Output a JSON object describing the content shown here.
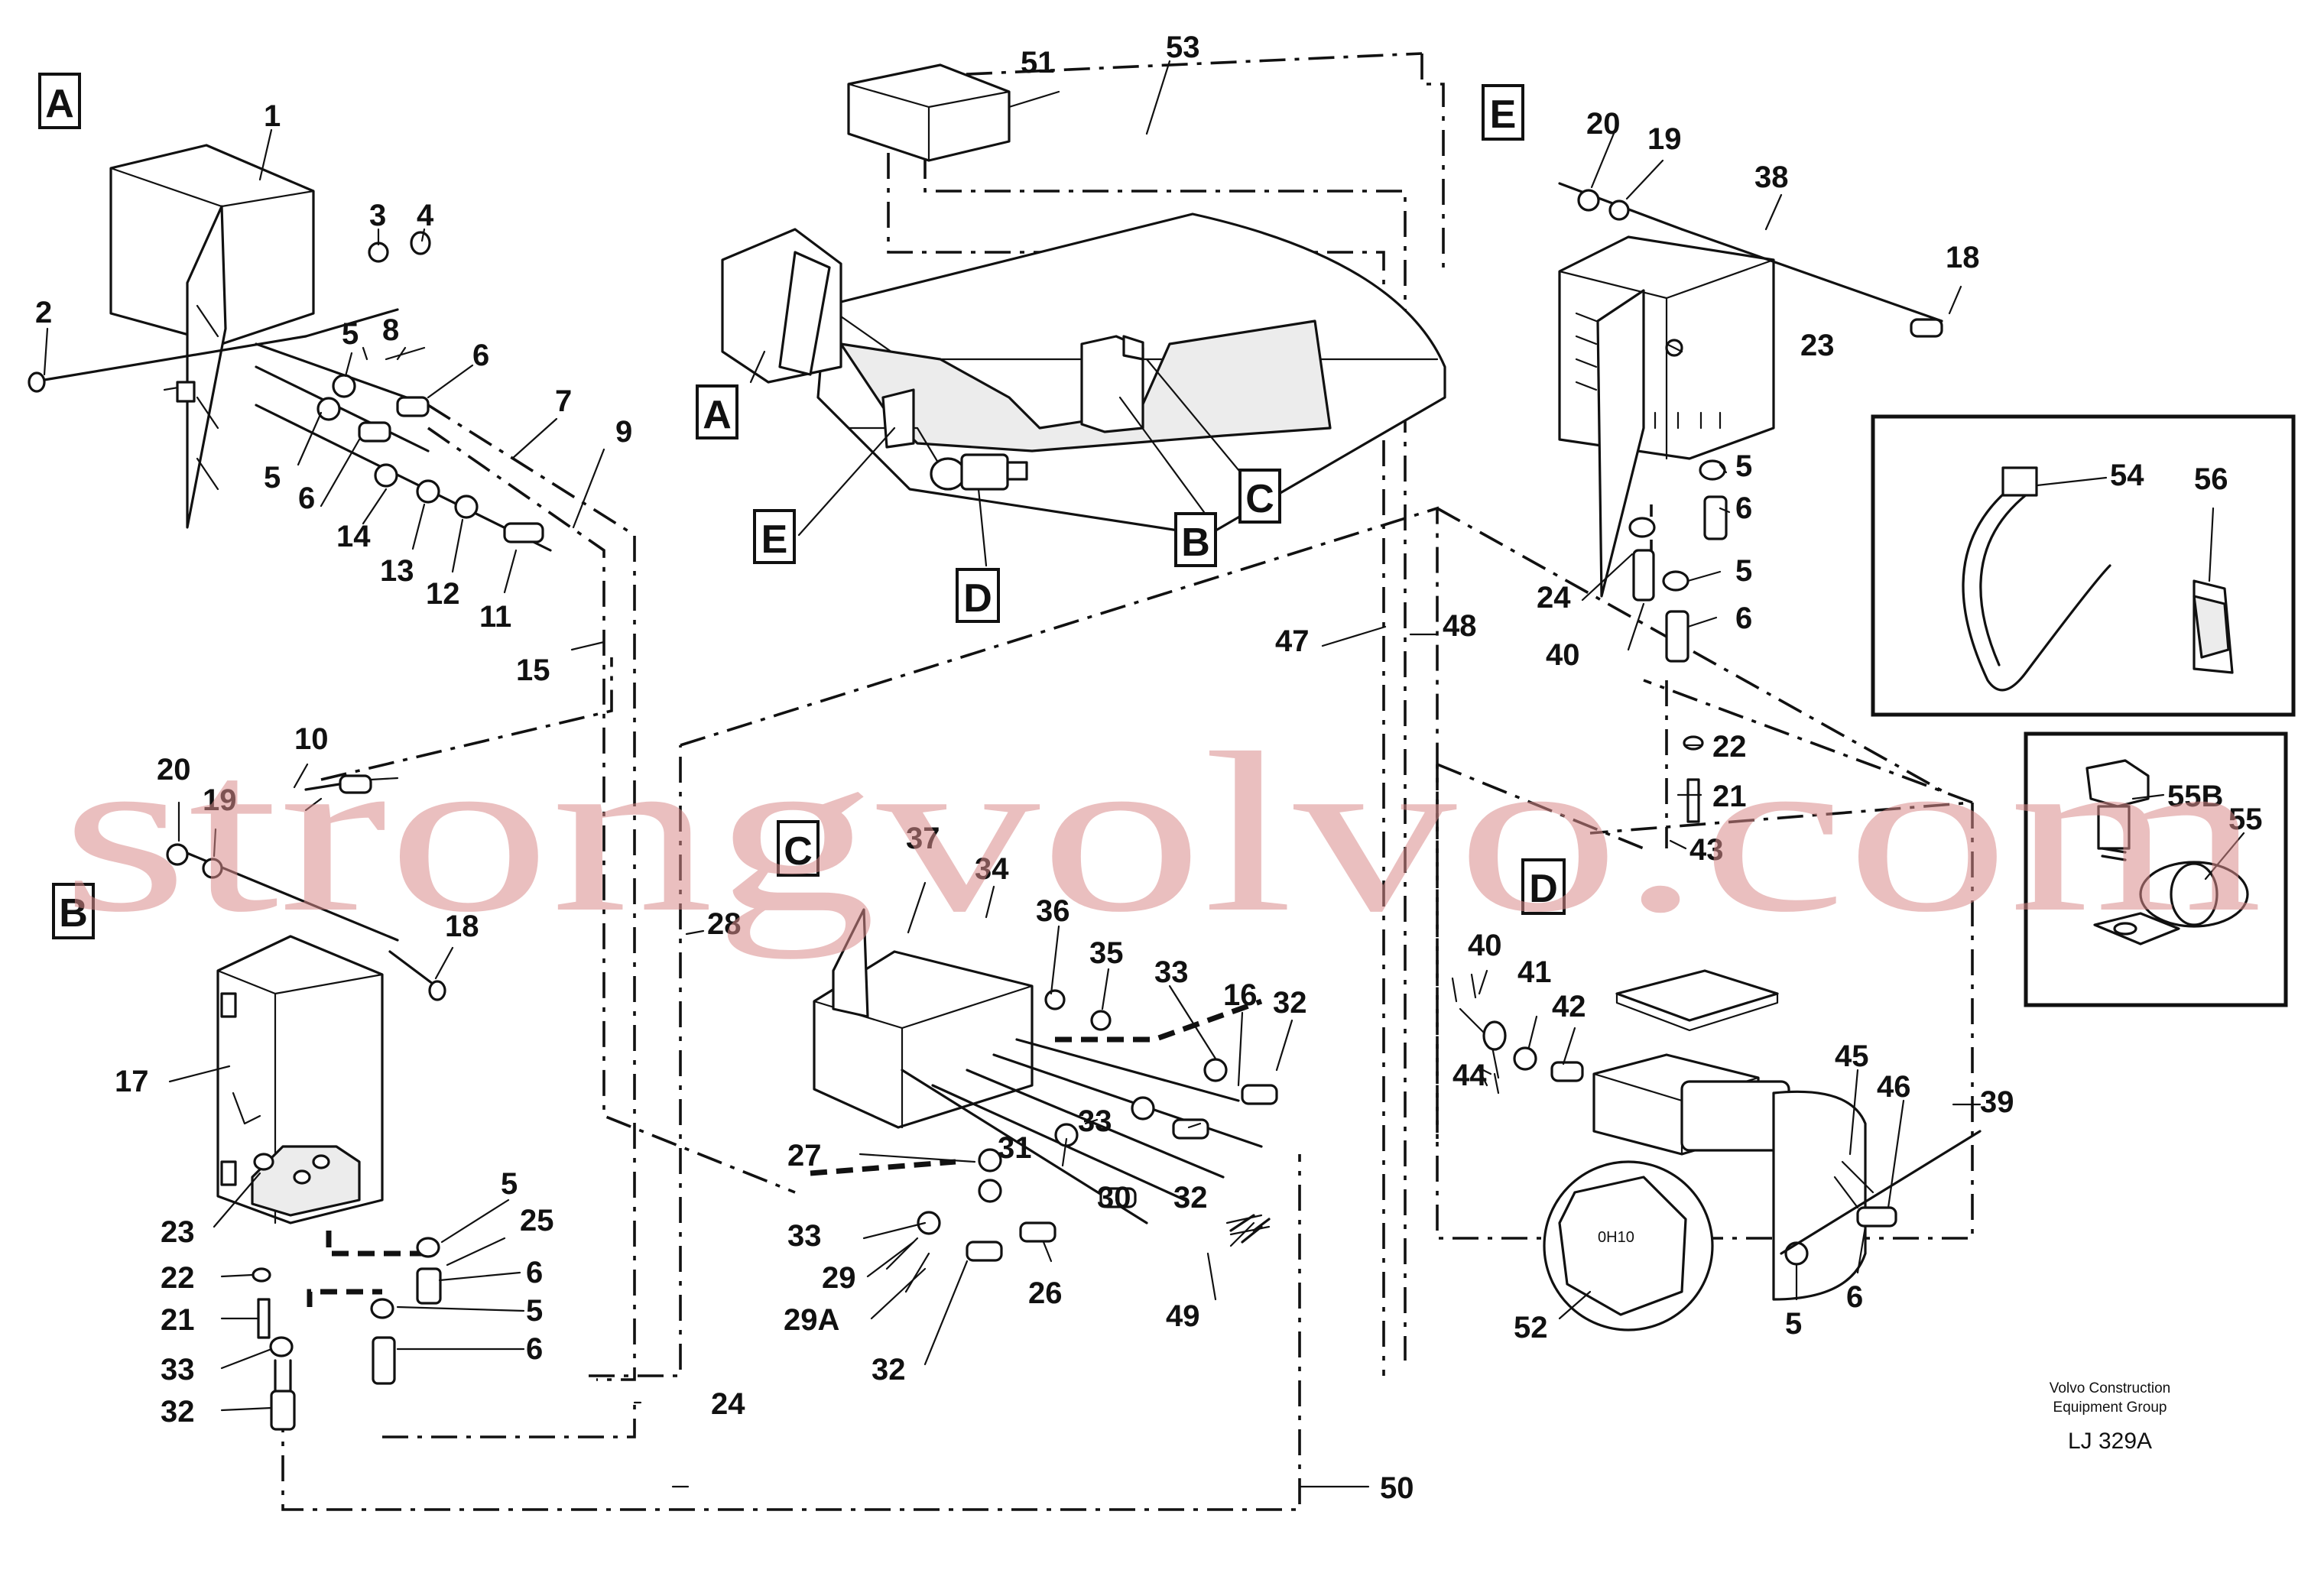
{
  "view_labels": [
    "A",
    "B",
    "C",
    "D",
    "E"
  ],
  "part_numbers": {
    "n1": "1",
    "n2": "2",
    "n3": "3",
    "n4": "4",
    "n5": "5",
    "n6": "6",
    "n7": "7",
    "n8": "8",
    "n9": "9",
    "n10": "10",
    "n11": "11",
    "n12": "12",
    "n13": "13",
    "n14": "14",
    "n15": "15",
    "n16": "16",
    "n17": "17",
    "n18": "18",
    "n19": "19",
    "n20": "20",
    "n21": "21",
    "n22": "22",
    "n23": "23",
    "n24": "24",
    "n25": "25",
    "n26": "26",
    "n27": "27",
    "n28": "28",
    "n29": "29",
    "n29A": "29A",
    "n30": "30",
    "n31": "31",
    "n32": "32",
    "n33": "33",
    "n34": "34",
    "n35": "35",
    "n36": "36",
    "n37": "37",
    "n38": "38",
    "n39": "39",
    "n40": "40",
    "n41": "41",
    "n42": "42",
    "n43": "43",
    "n44": "44",
    "n45": "45",
    "n46": "46",
    "n47": "47",
    "n48": "48",
    "n49": "49",
    "n50": "50",
    "n51": "51",
    "n52": "52",
    "n53": "53",
    "n54": "54",
    "n55": "55",
    "n55B": "55B",
    "n56": "56"
  },
  "component_marking": "0H10",
  "watermark": "strongvolvo.com",
  "credit_line1": "Volvo Construction",
  "credit_line2": "Equipment Group",
  "drawing_code": "LJ 329A"
}
